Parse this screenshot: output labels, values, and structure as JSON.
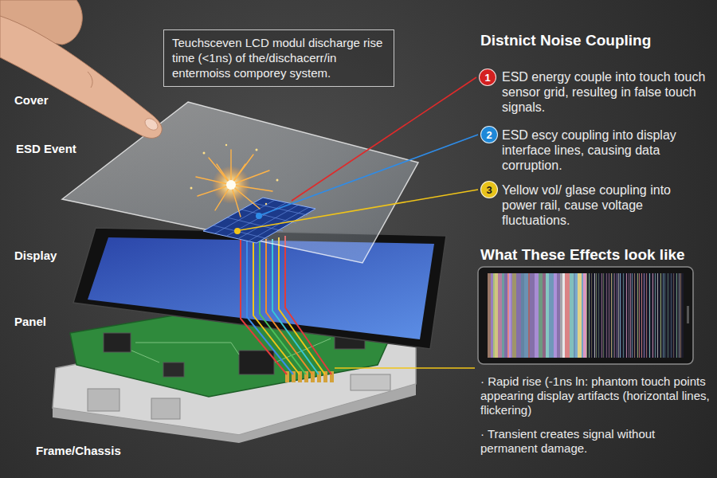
{
  "diagram": {
    "nodes": [
      {
        "text": [
          "Teuchsceven LCD modul discharge rise time (<1ns) of the/dischacerr/in entermoiss comporey system."
        ]
      },
      {
        "text": [
          "1"
        ]
      },
      {
        "text": [
          "2"
        ]
      },
      {
        "text": [
          "3"
        ]
      }
    ],
    "labels": [
      "Cover",
      "ESD Event",
      "Display",
      "Panel",
      "Frame/Chassis",
      "Distnict Noise Coupling",
      "ESD energy couple into touch touch sensor grid, resulteg in false touch signals.",
      "ESD escy coupling into display interface lines, causing data corruption.",
      "Yellow vol/ glase coupling into power rail, cause voltage fluctuations.",
      "What These Effects look like",
      "· Rapid rise (-1ns ln: phantom touch points appearing display artifacts (horizontal lines, flickering)",
      "· Transient creates signal without permanent damage."
    ]
  }
}
